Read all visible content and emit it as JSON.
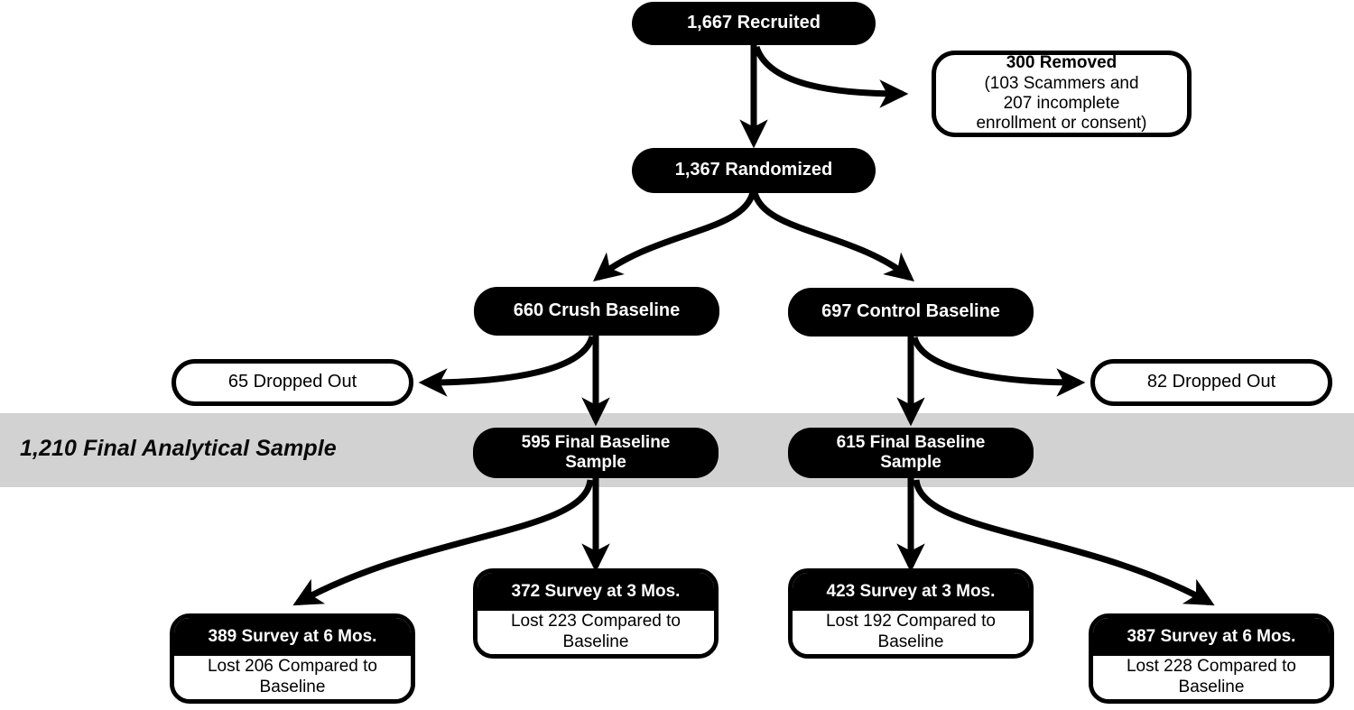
{
  "figure": {
    "type": "flowchart",
    "title": "Participant flow diagram",
    "colors": {
      "node_fill": "#000000",
      "node_text": "#ffffff",
      "outline_fill": "#ffffff",
      "outline_stroke": "#000000",
      "band_fill": "#d2d2d2",
      "connector": "#000000"
    }
  },
  "band": {
    "label": "1,210 Final Analytical Sample"
  },
  "nodes": {
    "recruited": {
      "label": "1,667 Recruited"
    },
    "removed": {
      "heading": "300 Removed",
      "detail": "(103 Scammers and\n207 incomplete\nenrollment or consent)"
    },
    "randomized": {
      "label": "1,367 Randomized"
    },
    "crush_baseline": {
      "label": "660 Crush Baseline"
    },
    "control_baseline": {
      "label": "697 Control Baseline"
    },
    "crush_dropped": {
      "label": "65 Dropped Out"
    },
    "control_dropped": {
      "label": "82 Dropped Out"
    },
    "crush_final": {
      "label": "595 Final Baseline\nSample"
    },
    "control_final": {
      "label": "615 Final Baseline\nSample"
    },
    "crush_3mo": {
      "heading": "372 Survey at 3 Mos.",
      "detail": "Lost 223 Compared to\nBaseline"
    },
    "crush_6mo": {
      "heading": "389 Survey at 6 Mos.",
      "detail": "Lost 206 Compared to\nBaseline"
    },
    "control_3mo": {
      "heading": "423 Survey at 3 Mos.",
      "detail": "Lost 192 Compared to\nBaseline"
    },
    "control_6mo": {
      "heading": "387 Survey at 6 Mos.",
      "detail": "Lost 228 Compared to\nBaseline"
    }
  },
  "flow": {
    "counts": {
      "recruited": 1667,
      "removed": 300,
      "removed_scammers": 103,
      "removed_incomplete": 207,
      "randomized": 1367,
      "crush_baseline": 660,
      "control_baseline": 697,
      "crush_dropped": 65,
      "control_dropped": 82,
      "crush_final": 595,
      "control_final": 615,
      "final_analytical_sample": 1210,
      "crush_3mo": 372,
      "crush_3mo_lost": 223,
      "crush_6mo": 389,
      "crush_6mo_lost": 206,
      "control_3mo": 423,
      "control_3mo_lost": 192,
      "control_6mo": 387,
      "control_6mo_lost": 228
    },
    "edges": [
      {
        "from": "recruited",
        "to": "randomized",
        "style": "straight-down"
      },
      {
        "from": "recruited",
        "to": "removed",
        "style": "curve-right"
      },
      {
        "from": "randomized",
        "to": "crush_baseline",
        "style": "curve-down-left"
      },
      {
        "from": "randomized",
        "to": "control_baseline",
        "style": "curve-down-right"
      },
      {
        "from": "crush_baseline",
        "to": "crush_final",
        "style": "straight-down"
      },
      {
        "from": "crush_baseline",
        "to": "crush_dropped",
        "style": "curve-left"
      },
      {
        "from": "control_baseline",
        "to": "control_final",
        "style": "straight-down"
      },
      {
        "from": "control_baseline",
        "to": "control_dropped",
        "style": "curve-right"
      },
      {
        "from": "crush_final",
        "to": "crush_3mo",
        "style": "straight-down"
      },
      {
        "from": "crush_final",
        "to": "crush_6mo",
        "style": "curve-down-left"
      },
      {
        "from": "control_final",
        "to": "control_3mo",
        "style": "straight-down"
      },
      {
        "from": "control_final",
        "to": "control_6mo",
        "style": "curve-down-right"
      }
    ]
  }
}
